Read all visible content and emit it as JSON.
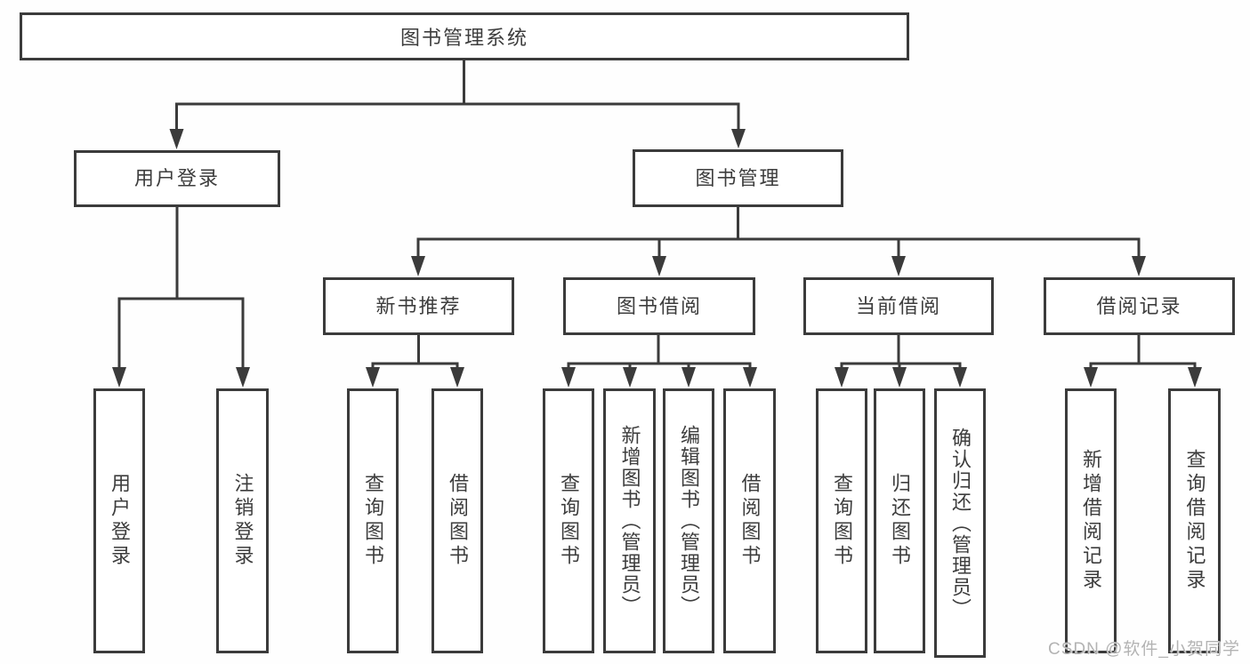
{
  "diagram": {
    "title": "图书管理系统",
    "level2": {
      "user_login": "用户登录",
      "book_management": "图书管理"
    },
    "level3": {
      "new_book_recommend": "新书推荐",
      "book_borrowing": "图书借阅",
      "current_borrowing": "当前借阅",
      "borrowing_records": "借阅记录"
    },
    "leaves": {
      "user_login": "用户登录",
      "logout": "注销登录",
      "rec_query_books": "查询图书",
      "rec_borrow_books": "借阅图书",
      "borrow_query_books": "查询图书",
      "borrow_add_books": "新增图书（管理员）",
      "borrow_edit_books": "编辑图书（管理员）",
      "borrow_borrow_books": "借阅图书",
      "current_query_books": "查询图书",
      "current_return_books": "归还图书",
      "current_confirm_return": "确认归还（管理员）",
      "record_add": "新增借阅记录",
      "record_query": "查询借阅记录"
    }
  },
  "watermark": "CSDN @软件_小贺同学",
  "colors": {
    "line": "#3b3b3b",
    "text": "#3d3d3d",
    "background": "#ffffff",
    "watermark": "#b3b3b3"
  }
}
